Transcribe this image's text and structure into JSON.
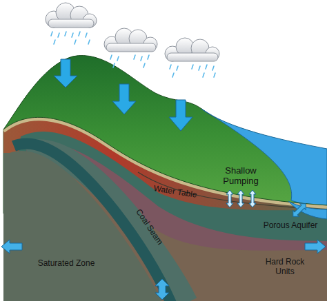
{
  "diagram": {
    "labels": [
      "Shallow Pumping",
      "Water Table",
      "Coal Seam",
      "Porous Aquifer",
      "Saturated Zone",
      "Hard Rock Units"
    ]
  }
}
